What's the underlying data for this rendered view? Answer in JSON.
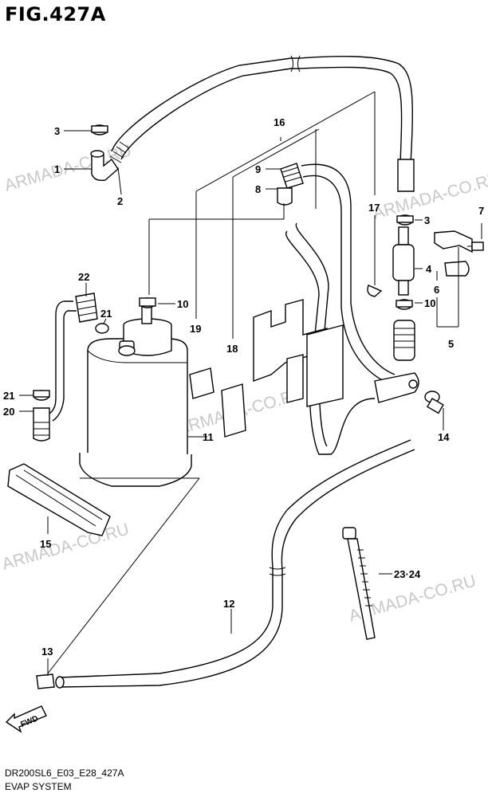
{
  "figure": {
    "title": "FIG.427A",
    "code": "DR200SL6_E03_E28_427A",
    "name": "EVAP SYSTEM"
  },
  "watermark": {
    "text": "ARMADA-CO.RU",
    "color": "#c8c8c8"
  },
  "direction_marker": {
    "text": "FWD",
    "icon": "fwd-arrow-icon"
  },
  "callouts": {
    "c1": "1",
    "c2": "2",
    "c3a": "3",
    "c3b": "3",
    "c4": "4",
    "c5": "5",
    "c6": "6",
    "c7": "7",
    "c8": "8",
    "c9": "9",
    "c10a": "10",
    "c10b": "10",
    "c11": "11",
    "c12": "12",
    "c13": "13",
    "c14": "14",
    "c15": "15",
    "c16": "16",
    "c17": "17",
    "c18": "18",
    "c19": "19",
    "c20": "20",
    "c21a": "21",
    "c21b": "21",
    "c22": "22",
    "c2324": "23·24"
  }
}
